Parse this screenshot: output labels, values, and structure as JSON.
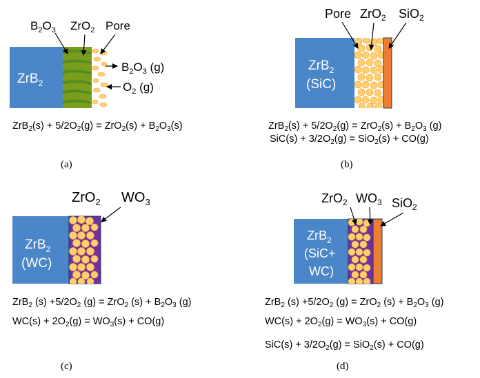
{
  "colors": {
    "substrate": "#4a86c8",
    "b2o3_layer": "#7a9e1c",
    "zro2_stripe": "#4a8a24",
    "pore_bg": "#ffffff",
    "grain_fill": "#ffd071",
    "grain_stroke": "#f0a63c",
    "tungsten_matrix": "#7030a0",
    "sio2_layer": "#ed7d31",
    "outline": "#1f3864"
  },
  "panel_a": {
    "substrate_main": "ZrB",
    "substrate_sub": "2",
    "layer_labels": [
      {
        "main": "B",
        "sub": "2",
        "main2": "O",
        "sub2": "3"
      },
      {
        "main": "ZrO",
        "sub": "2"
      },
      {
        "main": "Pore"
      }
    ],
    "gas_labels": [
      {
        "main": "B",
        "sub": "2",
        "main2": "O",
        "sub2": "3",
        "tail": " (g)"
      },
      {
        "main": "O",
        "sub": "2",
        "tail": " (g)"
      }
    ],
    "equations": [
      "ZrB2(s) + 5/2O2(g) = ZrO2(s) + B2O3(s)"
    ],
    "caption": "(a)"
  },
  "panel_b": {
    "substrate_line1": "ZrB",
    "substrate_line1_sub": "2",
    "substrate_line2": "(SiC)",
    "layer_labels": [
      {
        "main": "Pore"
      },
      {
        "main": "ZrO",
        "sub": "2"
      },
      {
        "main": "SiO",
        "sub": "2"
      }
    ],
    "equations": [
      "ZrB2(s) + 5/2O2(g) = ZrO2(s) + B2O3 (g)",
      "SiC(s) + 3/2O2(g) = SiO2(s) + CO(g)"
    ],
    "caption": "(b)"
  },
  "panel_c": {
    "substrate_line1": "ZrB",
    "substrate_line1_sub": "2",
    "substrate_line2": "(WC)",
    "layer_labels": [
      {
        "main": "ZrO",
        "sub": "2"
      },
      {
        "main": "WO",
        "sub": "3"
      }
    ],
    "equations": [
      "ZrB2 (s) +5/2O2 (g) = ZrO2 (s) + B2O3 (g)",
      "WC(s) + 2O2(g) = WO3(s) + CO(g)"
    ],
    "caption": "(c)"
  },
  "panel_d": {
    "substrate_line1": "ZrB",
    "substrate_line1_sub": "2",
    "substrate_line2": "(SiC+",
    "substrate_line3": "WC)",
    "layer_labels": [
      {
        "main": "ZrO",
        "sub": "2"
      },
      {
        "main": "WO",
        "sub": "3"
      },
      {
        "main": "SiO",
        "sub": "2"
      }
    ],
    "equations": [
      "ZrB2 (s) +5/2O2 (g) = ZrO2 (s) + B2O3 (g)",
      "WC(s) + 2O2(g) = WO3(s) + CO(g)",
      "SiC(s) + 3/2O2(g) = SiO2(s) + CO(g)"
    ],
    "caption": "(d)"
  }
}
